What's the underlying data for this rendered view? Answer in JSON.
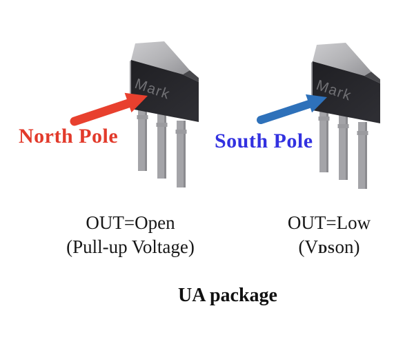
{
  "figure": {
    "type": "package-orientation-diagram",
    "footer_title": "UA package"
  },
  "left_unit": {
    "pole_label": "North Pole",
    "pole_color": "#e23a2b",
    "arrow_color": "#e8402e",
    "arrow_direction": "up-right",
    "chip_mark": "Mark",
    "caption_line1": "OUT=Open",
    "caption_line2": "(Pull-up Voltage)"
  },
  "right_unit": {
    "pole_label": "South Pole",
    "pole_color": "#3231e0",
    "arrow_color": "#2e71ba",
    "arrow_direction": "up-right",
    "chip_mark": "Mark",
    "caption_line1": "OUT=Low",
    "caption_line2_prefix": "(V",
    "caption_line2_sub": "DS",
    "caption_line2_suffix": "on)"
  },
  "package_colors": {
    "body_front": "#242428",
    "body_top_light": "#c9c9cc",
    "body_top_dark": "#96969a",
    "body_chamfer": "#47474b",
    "lead": "#a4a4a8",
    "lead_shade": "#8b8b8f",
    "mark_text": "#707074"
  }
}
